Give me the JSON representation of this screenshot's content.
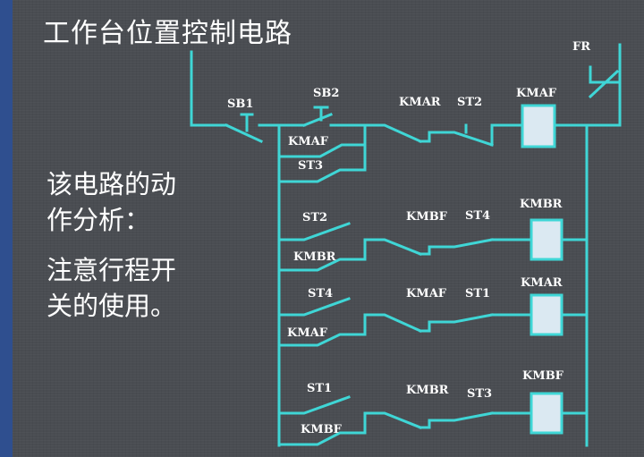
{
  "title": "工作台位置控制电路",
  "analysis": {
    "line1": "该电路的动",
    "line2": "作分析：",
    "line3": "注意行程开",
    "line4": "关的使用。"
  },
  "labels": {
    "fr": "FR",
    "sb1": "SB1",
    "sb2": "SB2",
    "kmar_top": "KMAR",
    "st2_top": "ST2",
    "kmaf_coil": "KMAF",
    "kmaf_hold": "KMAF",
    "st3_par": "ST3",
    "st2_r2": "ST2",
    "kmbf_r2": "KMBF",
    "st4_r2": "ST4",
    "kmbr_coil": "KMBR",
    "kmbr_hold": "KMBR",
    "st4_r3": "ST4",
    "kmaf_r3": "KMAF",
    "st1_r3": "ST1",
    "kmar_coil": "KMAR",
    "kmaf_hold2": "KMAF",
    "st1_r4": "ST1",
    "kmbr_r4": "KMBR",
    "st3_r4": "ST3",
    "kmbf_coil": "KMBF",
    "kmbf_hold": "KMBF"
  }
}
